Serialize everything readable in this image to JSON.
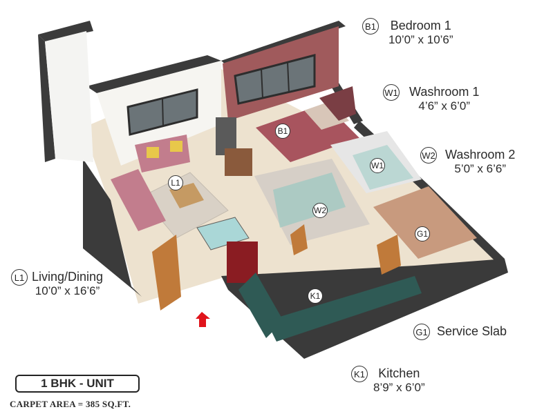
{
  "rooms": {
    "bedroom1": {
      "code": "B1",
      "name": "Bedroom 1",
      "dims": "10’0” x 10’6”"
    },
    "washroom1": {
      "code": "W1",
      "name": "Washroom 1",
      "dims": "4’6” x 6’0”"
    },
    "washroom2": {
      "code": "W2",
      "name": "Washroom 2",
      "dims": "5’0” x 6’6”"
    },
    "living": {
      "code": "L1",
      "name": "Living/Dining",
      "dims": "10’0” x 16’6”"
    },
    "service": {
      "code": "G1",
      "name": "Service Slab"
    },
    "kitchen": {
      "code": "K1",
      "name": "Kitchen",
      "dims": "8’9” x 6’0”"
    }
  },
  "unit": {
    "label": "1 BHK - UNIT",
    "carpet_area": "CARPET AREA = 385 SQ.FT."
  },
  "colors": {
    "accent_wall": "#a05a5c",
    "floor": "#ece3d2",
    "walls": "#3a3a3a",
    "counter": "#2f5a55",
    "entry_arrow": "#e0141b"
  }
}
